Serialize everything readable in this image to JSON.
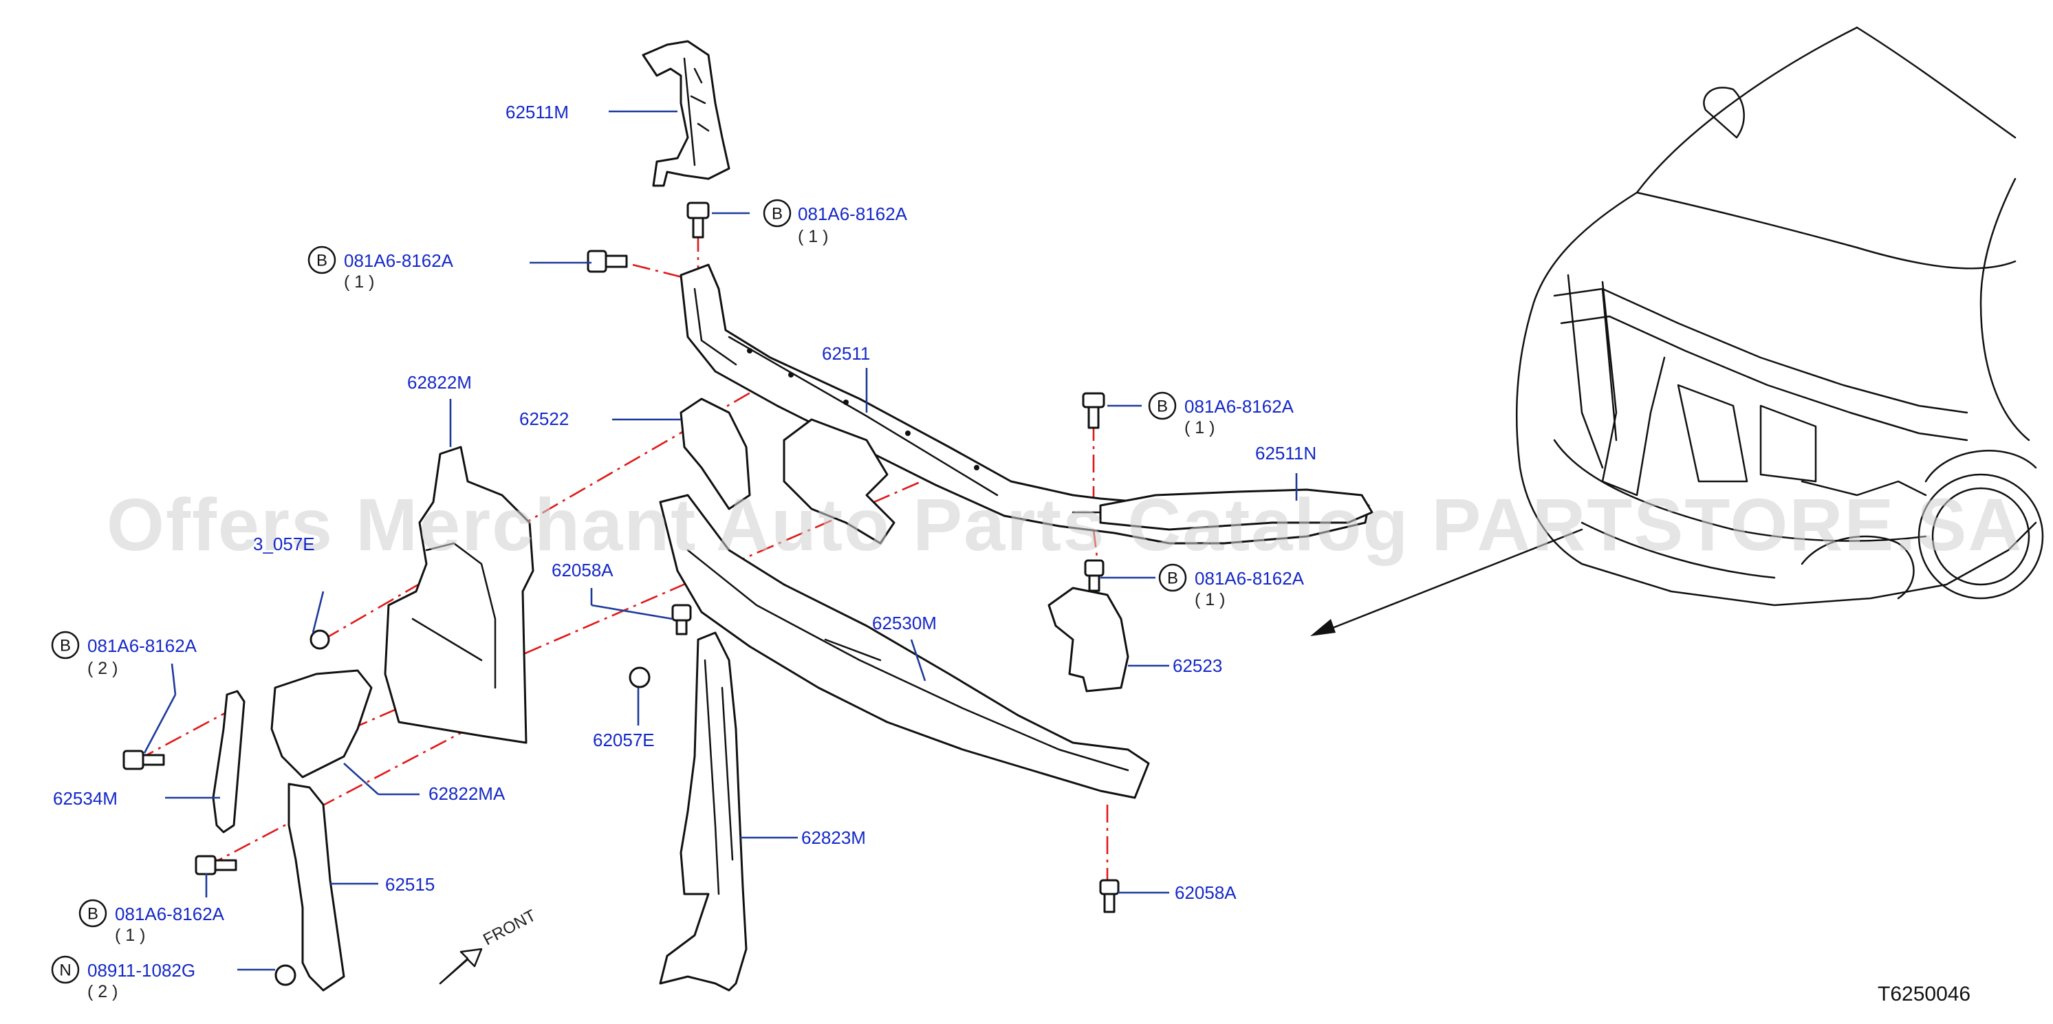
{
  "diagram": {
    "code": "T6250046",
    "watermark": "Offers Merchant Auto Parts Catalog PARTSTORE.SA",
    "front_label": "FRONT",
    "colors": {
      "label": "#1428c8",
      "leader": "#1c3a9a",
      "centerline": "#e01818",
      "outline": "#111111"
    },
    "labels": {
      "p62511M": "62511M",
      "p62511": "62511",
      "p62511N": "62511N",
      "p62522": "62522",
      "p62822M": "62822M",
      "p62058A_a": "62058A",
      "p62530M": "62530M",
      "p62523": "62523",
      "p62057E": "62057E",
      "p62822MA": "62822MA",
      "p62823M": "62823M",
      "p62534M": "62534M",
      "p62515": "62515",
      "p62058A_b": "62058A",
      "p62057_partial": "3_057E"
    },
    "callouts": [
      {
        "circle": "B",
        "part": "081A6-8162A",
        "qty": "( 1 )"
      },
      {
        "circle": "B",
        "part": "081A6-8162A",
        "qty": "( 1 )"
      },
      {
        "circle": "B",
        "part": "081A6-8162A",
        "qty": "( 1 )"
      },
      {
        "circle": "B",
        "part": "081A6-8162A",
        "qty": "( 1 )"
      },
      {
        "circle": "B",
        "part": "081A6-8162A",
        "qty": "( 2 )"
      },
      {
        "circle": "B",
        "part": "081A6-8162A",
        "qty": "( 1 )"
      },
      {
        "circle": "N",
        "part": "08911-1082G",
        "qty": "( 2 )"
      }
    ]
  }
}
